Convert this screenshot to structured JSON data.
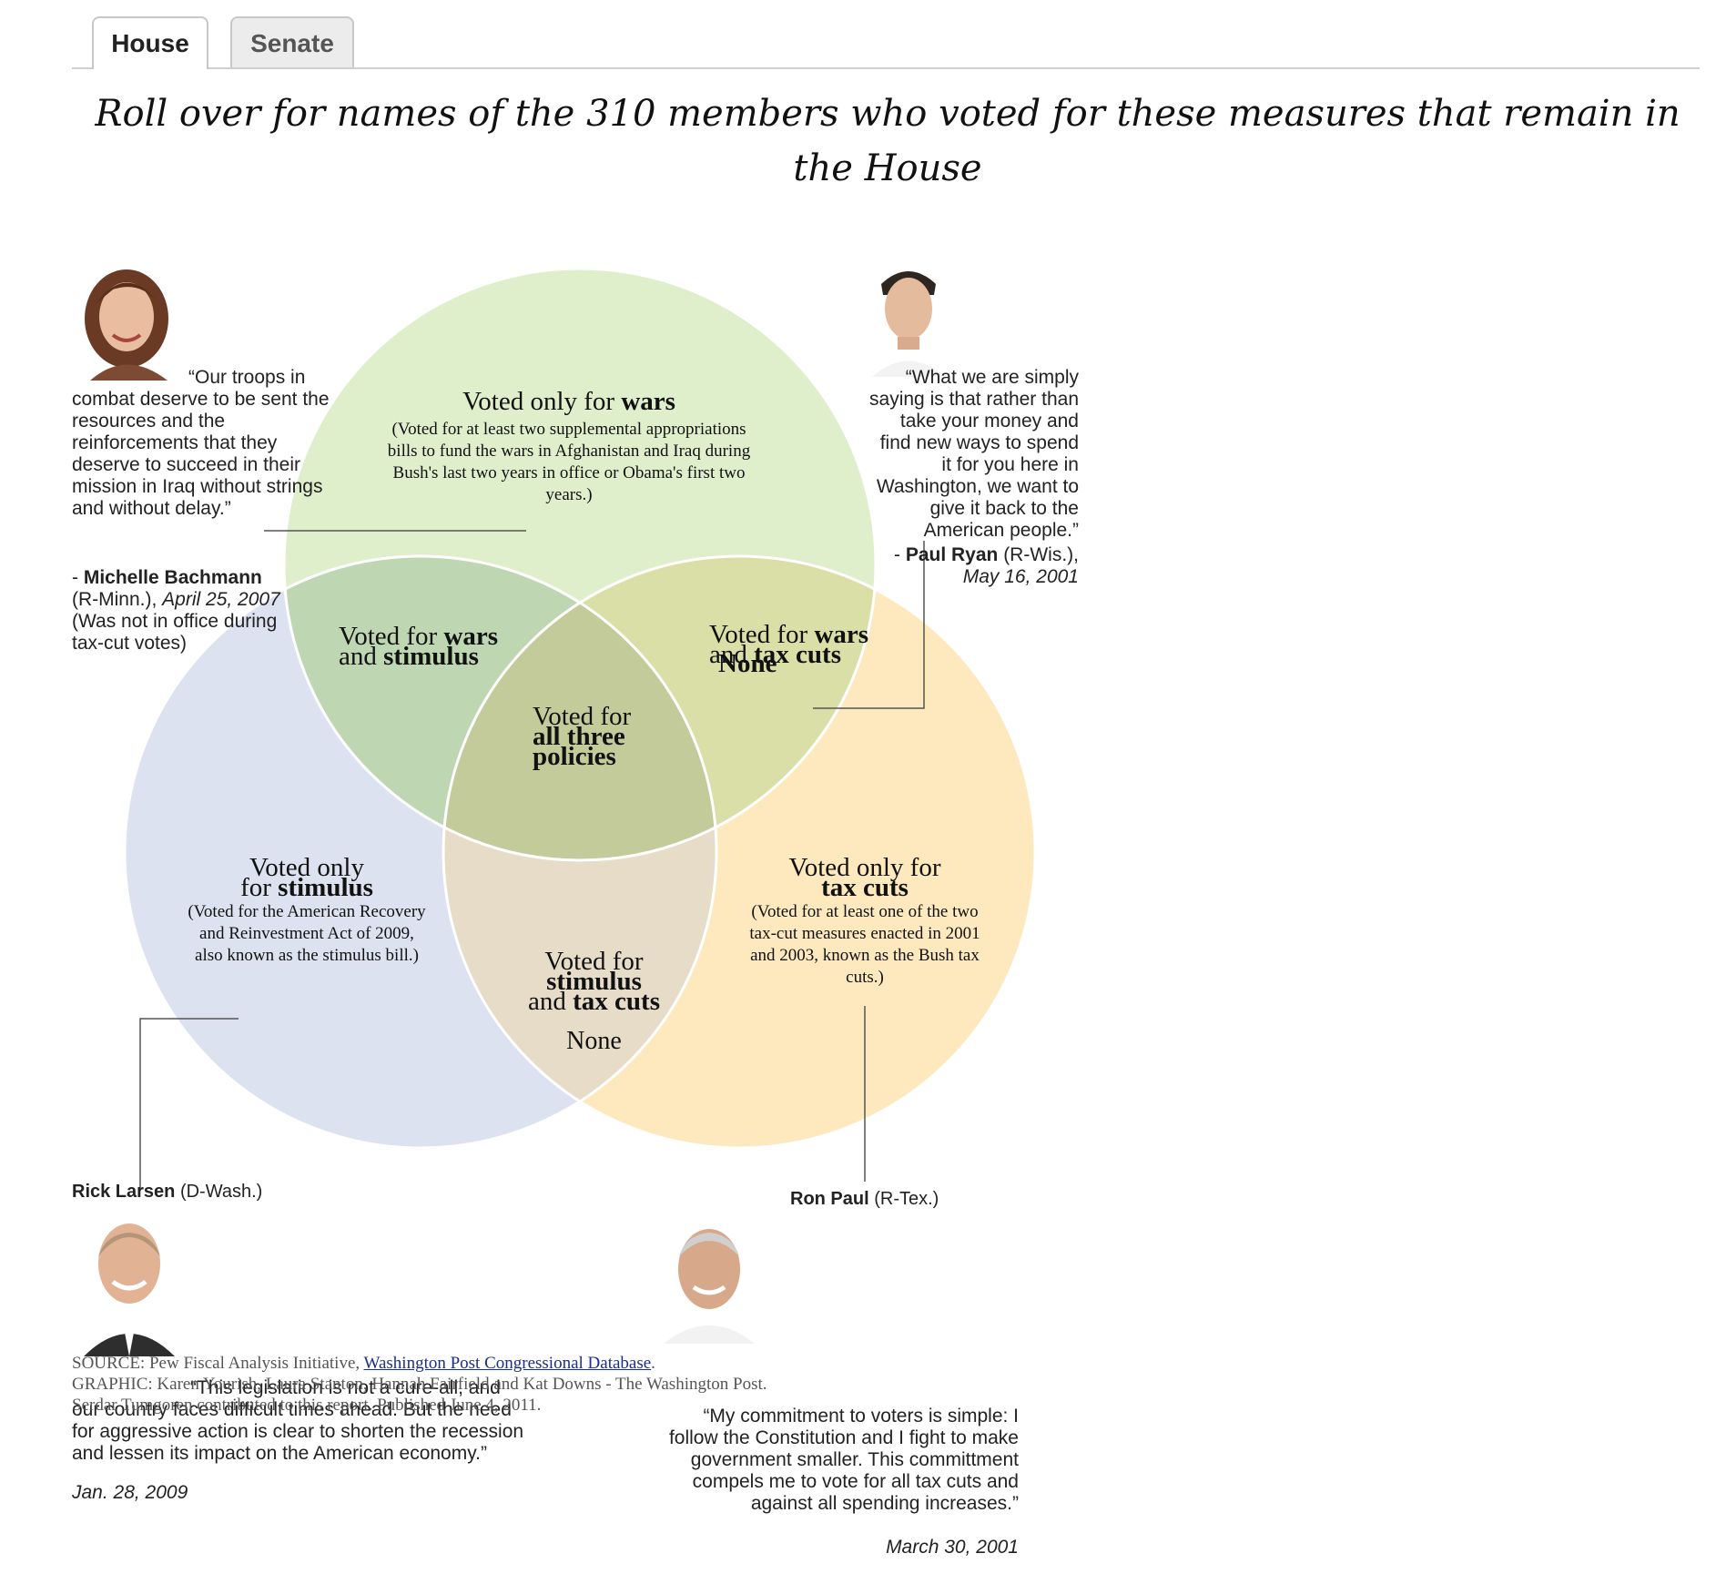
{
  "tabs": [
    {
      "label": "House"
    },
    {
      "label": "Senate"
    }
  ],
  "headline": "Roll over for names of the 310 members who voted for these measures that remain in the House",
  "venn": {
    "colors": {
      "wars": "#dfeecb",
      "stimulus": "#dde2f0",
      "tax_cuts": "#fde9bd",
      "wars_stimulus": "#bfd6b3",
      "wars_tax": "#d9dfa7",
      "stim_tax": "#e6dcc8",
      "all": "#c4cb9b"
    },
    "regions": {
      "wars_only": {
        "pre": "Voted only for ",
        "bold": "wars",
        "desc": "(Voted for at least two supplemental appropriations bills to fund the wars in Afghanistan and Iraq during Bush's last two years in office or Obama's first two years.)"
      },
      "wars_stimulus": {
        "pre": "Voted for ",
        "bold1": "wars",
        "mid": "and ",
        "bold2": "stimulus"
      },
      "wars_tax": {
        "pre": "Voted for ",
        "bold1": "wars",
        "mid": "and ",
        "bold2": "tax cuts",
        "extra": "None"
      },
      "all_three": {
        "pre": "Voted for",
        "bold1": "all three",
        "bold2": "policies"
      },
      "stimulus_only": {
        "pre": "Voted only",
        "mid": "for ",
        "bold": "stimulus",
        "desc": "(Voted for the American Recovery and Reinvestment Act of 2009, also known as the stimulus bill.)"
      },
      "stim_tax": {
        "pre": "Voted for",
        "bold1": "stimulus",
        "mid": "and ",
        "bold2": "tax cuts",
        "extra": "None"
      },
      "tax_only": {
        "pre": "Voted only for",
        "bold": "tax cuts",
        "desc": "(Voted for at least one of the two tax-cut measures enacted in 2001 and 2003, known as the Bush tax cuts.)"
      }
    }
  },
  "quotes": {
    "bachmann": {
      "text": "“Our troops in combat deserve to be sent the resources and the reinforcements that they deserve to succeed in their mission in Iraq without strings and without delay.”",
      "dash": "- ",
      "name": "Michelle Bachmann",
      "party": "(R-Minn.), ",
      "date": "April 25, 2007",
      "note": "(Was not in office during tax-cut votes)"
    },
    "ryan": {
      "text": "“What we are simply saying is that rather than take your money and find new ways to spend it for you here in Washington, we want to give it back to the American people.”",
      "dash": "- ",
      "name": "Paul Ryan",
      "party": " (R-Wis.),",
      "date": "May 16, 2001"
    },
    "larsen": {
      "name": "Rick Larsen",
      "party": " (D-Wash.)",
      "text": "“This legislation is not a cure-all, and our country faces difficult times ahead. But the need for aggressive action is clear to shorten the recession and lessen its impact on the American economy.”",
      "date": "Jan. 28, 2009"
    },
    "paul": {
      "name": "Ron Paul",
      "party": " (R-Tex.)",
      "text": "“My commitment to voters is simple: I follow the Constitution and I fight to make government smaller. This committment compels me to vote for all tax cuts and against all spending increases.”",
      "date": "March 30, 2001"
    }
  },
  "source": {
    "label": "SOURCE: Pew Fiscal Analysis Initiative, ",
    "link": "Washington Post Congressional Database",
    "end": ".",
    "graphic": "GRAPHIC: Karen Yourish, Laura Stanton, Hannah Fairfield and Kat Downs - The Washington Post.",
    "credit": "Serdar Tumgoren contributed to this report. Published June 4, 2011."
  }
}
